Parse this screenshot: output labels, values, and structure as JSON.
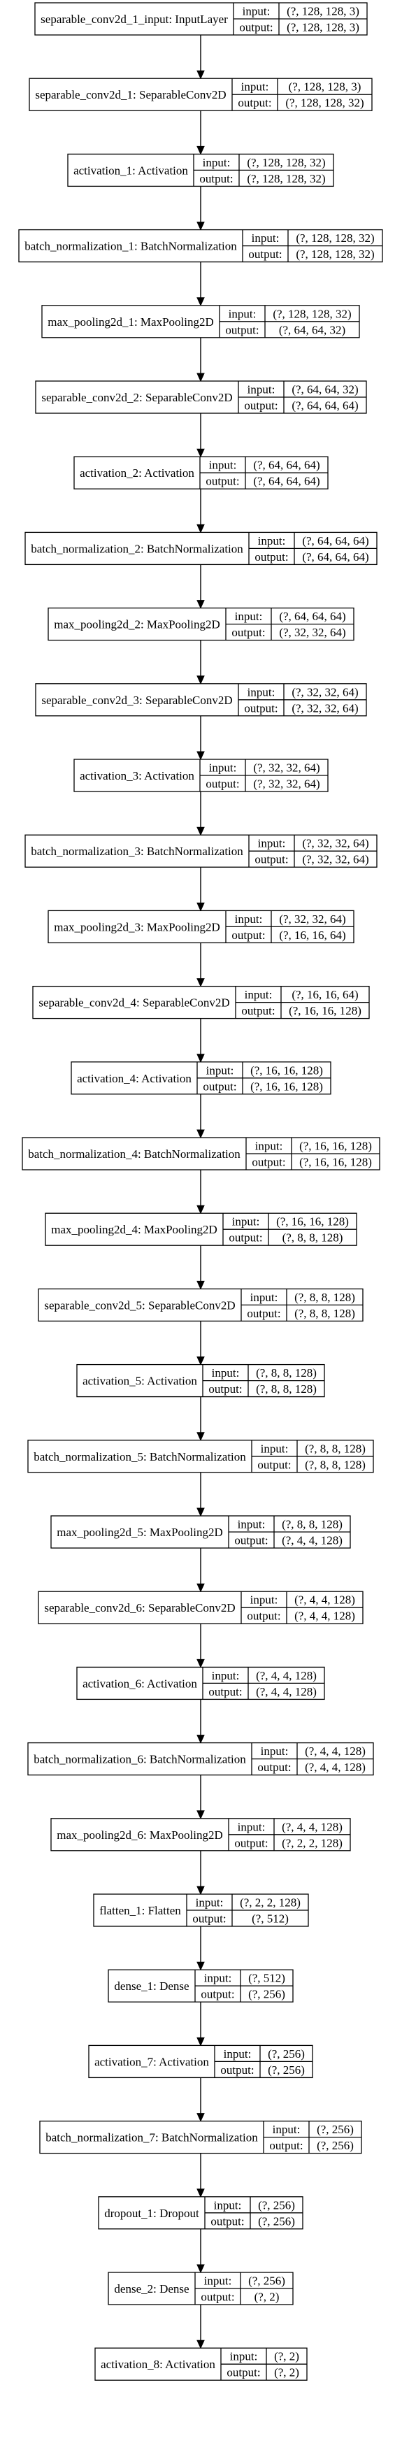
{
  "diagram": {
    "nodes": [
      {
        "id": "n01",
        "label": "separable_conv2d_1_input: InputLayer",
        "input_label": "input:",
        "input": "(?, 128, 128, 3)",
        "output_label": "output:",
        "output": "(?, 128, 128, 3)"
      },
      {
        "id": "n02",
        "label": "separable_conv2d_1: SeparableConv2D",
        "input_label": "input:",
        "input": "(?, 128, 128, 3)",
        "output_label": "output:",
        "output": "(?, 128, 128, 32)"
      },
      {
        "id": "n03",
        "label": "activation_1: Activation",
        "input_label": "input:",
        "input": "(?, 128, 128, 32)",
        "output_label": "output:",
        "output": "(?, 128, 128, 32)"
      },
      {
        "id": "n04",
        "label": "batch_normalization_1: BatchNormalization",
        "input_label": "input:",
        "input": "(?, 128, 128, 32)",
        "output_label": "output:",
        "output": "(?, 128, 128, 32)"
      },
      {
        "id": "n05",
        "label": "max_pooling2d_1: MaxPooling2D",
        "input_label": "input:",
        "input": "(?, 128, 128, 32)",
        "output_label": "output:",
        "output": "(?, 64, 64, 32)"
      },
      {
        "id": "n06",
        "label": "separable_conv2d_2: SeparableConv2D",
        "input_label": "input:",
        "input": "(?, 64, 64, 32)",
        "output_label": "output:",
        "output": "(?, 64, 64, 64)"
      },
      {
        "id": "n07",
        "label": "activation_2: Activation",
        "input_label": "input:",
        "input": "(?, 64, 64, 64)",
        "output_label": "output:",
        "output": "(?, 64, 64, 64)"
      },
      {
        "id": "n08",
        "label": "batch_normalization_2: BatchNormalization",
        "input_label": "input:",
        "input": "(?, 64, 64, 64)",
        "output_label": "output:",
        "output": "(?, 64, 64, 64)"
      },
      {
        "id": "n09",
        "label": "max_pooling2d_2: MaxPooling2D",
        "input_label": "input:",
        "input": "(?, 64, 64, 64)",
        "output_label": "output:",
        "output": "(?, 32, 32, 64)"
      },
      {
        "id": "n10",
        "label": "separable_conv2d_3: SeparableConv2D",
        "input_label": "input:",
        "input": "(?, 32, 32, 64)",
        "output_label": "output:",
        "output": "(?, 32, 32, 64)"
      },
      {
        "id": "n11",
        "label": "activation_3: Activation",
        "input_label": "input:",
        "input": "(?, 32, 32, 64)",
        "output_label": "output:",
        "output": "(?, 32, 32, 64)"
      },
      {
        "id": "n12",
        "label": "batch_normalization_3: BatchNormalization",
        "input_label": "input:",
        "input": "(?, 32, 32, 64)",
        "output_label": "output:",
        "output": "(?, 32, 32, 64)"
      },
      {
        "id": "n13",
        "label": "max_pooling2d_3: MaxPooling2D",
        "input_label": "input:",
        "input": "(?, 32, 32, 64)",
        "output_label": "output:",
        "output": "(?, 16, 16, 64)"
      },
      {
        "id": "n14",
        "label": "separable_conv2d_4: SeparableConv2D",
        "input_label": "input:",
        "input": "(?, 16, 16, 64)",
        "output_label": "output:",
        "output": "(?, 16, 16, 128)"
      },
      {
        "id": "n15",
        "label": "activation_4: Activation",
        "input_label": "input:",
        "input": "(?, 16, 16, 128)",
        "output_label": "output:",
        "output": "(?, 16, 16, 128)"
      },
      {
        "id": "n16",
        "label": "batch_normalization_4: BatchNormalization",
        "input_label": "input:",
        "input": "(?, 16, 16, 128)",
        "output_label": "output:",
        "output": "(?, 16, 16, 128)"
      },
      {
        "id": "n17",
        "label": "max_pooling2d_4: MaxPooling2D",
        "input_label": "input:",
        "input": "(?, 16, 16, 128)",
        "output_label": "output:",
        "output": "(?, 8, 8, 128)"
      },
      {
        "id": "n18",
        "label": "separable_conv2d_5: SeparableConv2D",
        "input_label": "input:",
        "input": "(?, 8, 8, 128)",
        "output_label": "output:",
        "output": "(?, 8, 8, 128)"
      },
      {
        "id": "n19",
        "label": "activation_5: Activation",
        "input_label": "input:",
        "input": "(?, 8, 8, 128)",
        "output_label": "output:",
        "output": "(?, 8, 8, 128)"
      },
      {
        "id": "n20",
        "label": "batch_normalization_5: BatchNormalization",
        "input_label": "input:",
        "input": "(?, 8, 8, 128)",
        "output_label": "output:",
        "output": "(?, 8, 8, 128)"
      },
      {
        "id": "n21",
        "label": "max_pooling2d_5: MaxPooling2D",
        "input_label": "input:",
        "input": "(?, 8, 8, 128)",
        "output_label": "output:",
        "output": "(?, 4, 4, 128)"
      },
      {
        "id": "n22",
        "label": "separable_conv2d_6: SeparableConv2D",
        "input_label": "input:",
        "input": "(?, 4, 4, 128)",
        "output_label": "output:",
        "output": "(?, 4, 4, 128)"
      },
      {
        "id": "n23",
        "label": "activation_6: Activation",
        "input_label": "input:",
        "input": "(?, 4, 4, 128)",
        "output_label": "output:",
        "output": "(?, 4, 4, 128)"
      },
      {
        "id": "n24",
        "label": "batch_normalization_6: BatchNormalization",
        "input_label": "input:",
        "input": "(?, 4, 4, 128)",
        "output_label": "output:",
        "output": "(?, 4, 4, 128)"
      },
      {
        "id": "n25",
        "label": "max_pooling2d_6: MaxPooling2D",
        "input_label": "input:",
        "input": "(?, 4, 4, 128)",
        "output_label": "output:",
        "output": "(?, 2, 2, 128)"
      },
      {
        "id": "n26",
        "label": "flatten_1: Flatten",
        "input_label": "input:",
        "input": "(?, 2, 2, 128)",
        "output_label": "output:",
        "output": "(?, 512)"
      },
      {
        "id": "n27",
        "label": "dense_1: Dense",
        "input_label": "input:",
        "input": "(?, 512)",
        "output_label": "output:",
        "output": "(?, 256)"
      },
      {
        "id": "n28",
        "label": "activation_7: Activation",
        "input_label": "input:",
        "input": "(?, 256)",
        "output_label": "output:",
        "output": "(?, 256)"
      },
      {
        "id": "n29",
        "label": "batch_normalization_7: BatchNormalization",
        "input_label": "input:",
        "input": "(?, 256)",
        "output_label": "output:",
        "output": "(?, 256)"
      },
      {
        "id": "n30",
        "label": "dropout_1: Dropout",
        "input_label": "input:",
        "input": "(?, 256)",
        "output_label": "output:",
        "output": "(?, 256)"
      },
      {
        "id": "n31",
        "label": "dense_2: Dense",
        "input_label": "input:",
        "input": "(?, 256)",
        "output_label": "output:",
        "output": "(?, 2)"
      },
      {
        "id": "n32",
        "label": "activation_8: Activation",
        "input_label": "input:",
        "input": "(?, 2)",
        "output_label": "output:",
        "output": "(?, 2)"
      }
    ],
    "edges": [
      [
        "n01",
        "n02"
      ],
      [
        "n02",
        "n03"
      ],
      [
        "n03",
        "n04"
      ],
      [
        "n04",
        "n05"
      ],
      [
        "n05",
        "n06"
      ],
      [
        "n06",
        "n07"
      ],
      [
        "n07",
        "n08"
      ],
      [
        "n08",
        "n09"
      ],
      [
        "n09",
        "n10"
      ],
      [
        "n10",
        "n11"
      ],
      [
        "n11",
        "n12"
      ],
      [
        "n12",
        "n13"
      ],
      [
        "n13",
        "n14"
      ],
      [
        "n14",
        "n15"
      ],
      [
        "n15",
        "n16"
      ],
      [
        "n16",
        "n17"
      ],
      [
        "n17",
        "n18"
      ],
      [
        "n18",
        "n19"
      ],
      [
        "n19",
        "n20"
      ],
      [
        "n20",
        "n21"
      ],
      [
        "n21",
        "n22"
      ],
      [
        "n22",
        "n23"
      ],
      [
        "n23",
        "n24"
      ],
      [
        "n24",
        "n25"
      ],
      [
        "n25",
        "n26"
      ],
      [
        "n26",
        "n27"
      ],
      [
        "n27",
        "n28"
      ],
      [
        "n28",
        "n29"
      ],
      [
        "n29",
        "n30"
      ],
      [
        "n30",
        "n31"
      ],
      [
        "n31",
        "n32"
      ]
    ],
    "colors": {
      "line": "#000000",
      "fill": "#ffffff",
      "text": "#000000"
    }
  }
}
